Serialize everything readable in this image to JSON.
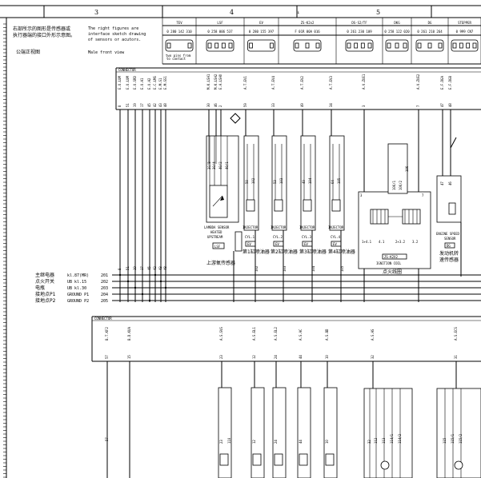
{
  "columns": {
    "c3": "3",
    "c4": "4",
    "c5": "5"
  },
  "header": {
    "note_cn": "右部所示的图形是传感器或执行器端的接口外形示意图。",
    "note_cn_1": "右部所示的图形是传感器或",
    "note_cn_2": "执行器端的接口外形示意图。",
    "note_en_1": "The right figures are",
    "note_en_2": "interface sketch drawing",
    "note_en_3": "of sensors or acutors.",
    "male_cn": "公端正视图",
    "male_en": "Male front view",
    "arrow": "↓"
  },
  "components": [
    {
      "code": "TEV",
      "part": "0 280 142 310"
    },
    {
      "code": "LSF",
      "part": "0 258 006 537"
    },
    {
      "code": "EV",
      "part": "0 280 155 397"
    },
    {
      "code": "ZS-K2x2",
      "part": "F 01R 00A 016"
    },
    {
      "code": "DS-S2/TF",
      "part": "0 261 230 109"
    },
    {
      "code": "DKG",
      "part": "0 258 122 020"
    },
    {
      "code": "DG",
      "part": "0 261 210 264"
    },
    {
      "code": "STEPPER",
      "part": "0 999 CN7"
    }
  ],
  "tev_note_1": "two pins from",
  "tev_note_2": "to contact",
  "connector": "CONNECTOR",
  "ecu_pins_left": [
    "8",
    "51",
    "19",
    "17",
    "45",
    "42",
    "43",
    "48"
  ],
  "ecu_labels_left": [
    "E.U.LUM",
    "E.U.LUM",
    "E.U.SRD",
    "E.U.H1",
    "E.U.H2",
    "E.C.LMS",
    "E.M.S1",
    "E.M.SS1"
  ],
  "sensor_pins": [
    "30",
    "46",
    "2",
    "59",
    "33",
    "49",
    "34"
  ],
  "sensor_labels": [
    "M.K.LSH1",
    "M.K.LSH2",
    "E.A.LSHX",
    "A.T.EV1",
    "A.T.EV4",
    "A.T.EV2",
    "A.T.EV3"
  ],
  "ignition_pins": [
    "3",
    "7"
  ],
  "ignition_labels": [
    "A.V.ZUE1",
    "A.V.ZUE2"
  ],
  "speed_pins": [
    "47",
    "48"
  ],
  "speed_labels": [
    "E.F.DGA",
    "E.F.DGB"
  ],
  "lambda": {
    "wires": [
      "30/3",
      "30/4",
      "40/2",
      "40/1"
    ],
    "title_1": "LAMBDA SENSOR",
    "title_2": "HEATED",
    "title_3": "UPSTREAM",
    "code": "LSF",
    "cn": "上游氧传感器"
  },
  "injectors": [
    {
      "wires": [
        "50",
        "102"
      ],
      "name": "INJECTOR",
      "cyl": "CYL.1",
      "code": "EV",
      "cn": "第1缸喷油器"
    },
    {
      "wires": [
        "53",
        "103"
      ],
      "name": "INJECTOR",
      "cyl": "CYL.2",
      "code": "EV",
      "cn": "第2缸喷油器"
    },
    {
      "wires": [
        "49",
        "104"
      ],
      "name": "INJECTOR",
      "cyl": "CYL.3",
      "code": "EV",
      "cn": "第3缸喷油器"
    },
    {
      "wires": [
        "64",
        "105"
      ],
      "name": "INJECTOR",
      "cyl": "CYL.4",
      "code": "EV",
      "cn": "第4缸喷油器"
    }
  ],
  "ignition": {
    "wires": [
      "106/1",
      "106/2",
      "106"
    ],
    "pins": [
      "3",
      "7"
    ],
    "sub": "ZS-K2X2",
    "title": "IGNITION COIL",
    "cn": "点火线圈",
    "terms": [
      "1+4.1",
      "4.1",
      "2+3.2",
      "3.2"
    ]
  },
  "speed": {
    "wires": [
      "47",
      "46"
    ],
    "title_1": "ENGINE SPEED",
    "title_2": "SENSOR",
    "code": "DG",
    "cn": "发动机转速传感器"
  },
  "bus": [
    {
      "cn": "主继电器",
      "en": "kl.87(MR)",
      "num": "201"
    },
    {
      "cn": "点火开关",
      "en": "UB kl.15",
      "num": "202"
    },
    {
      "cn": "电瓶",
      "en": "UB kl.30",
      "num": "203"
    },
    {
      "cn": "接地点P1",
      "en": "GROUND P1",
      "num": "204"
    },
    {
      "cn": "接地点P2",
      "en": "GROUND P2",
      "num": "205"
    }
  ],
  "bus_drops": [
    "8",
    "51",
    "19",
    "17",
    "45",
    "42",
    "43",
    "48",
    "101",
    "102",
    "103",
    "104",
    "105",
    "106",
    "107"
  ],
  "lower": {
    "connector": "CONNECTOR",
    "labels": [
      "B.T.KF2",
      "B.D.KUA",
      "A.S.SVS",
      "A.S.EL1",
      "A.S.EL2",
      "A.S.AC",
      "A.S.BD",
      "A.S.HS",
      "A.S.ECS"
    ],
    "pins": [
      "57",
      "15",
      "23",
      "12",
      "24",
      "44",
      "10",
      "32",
      "31"
    ],
    "bottom_pins": [
      "57",
      "23",
      "12",
      "24",
      "44",
      "10",
      "32",
      "31"
    ],
    "wires": [
      "110",
      "111",
      "112",
      "113",
      "114/1",
      "114/2",
      "115",
      "115/1",
      "115/2"
    ]
  }
}
